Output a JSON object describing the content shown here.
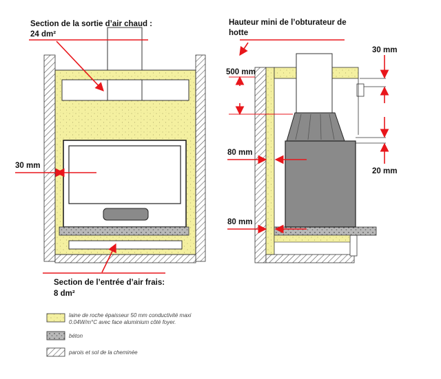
{
  "labels": {
    "hot_air_line1": "Section de la sortie d’air chaud :",
    "hot_air_line2": "24 dm²",
    "fresh_air_line1": "Section de l’entrée d’air frais:",
    "fresh_air_line2": "8 dm²",
    "hood_line1": "Hauteur mini de l’obturateur de",
    "hood_line2": "hotte",
    "dim_30_left": "30 mm",
    "dim_500": "500 mm",
    "dim_30_right": "30 mm",
    "dim_80_upper": "80 mm",
    "dim_80_lower": "80 mm",
    "dim_20": "20 mm"
  },
  "legend": {
    "wool_line1": "laine de roche épaisseur 50 mm conductivité maxi",
    "wool_line2": "0.04W/m°C avec face aluminium côté foyer.",
    "concrete": "béton",
    "walls": "parois et sol de la cheminée"
  },
  "colors": {
    "insulation": "#f4f0a0",
    "concrete": "#b8b8b8",
    "firebox": "#8a8a8a",
    "annotation": "#e8161b",
    "outline": "#333333"
  }
}
